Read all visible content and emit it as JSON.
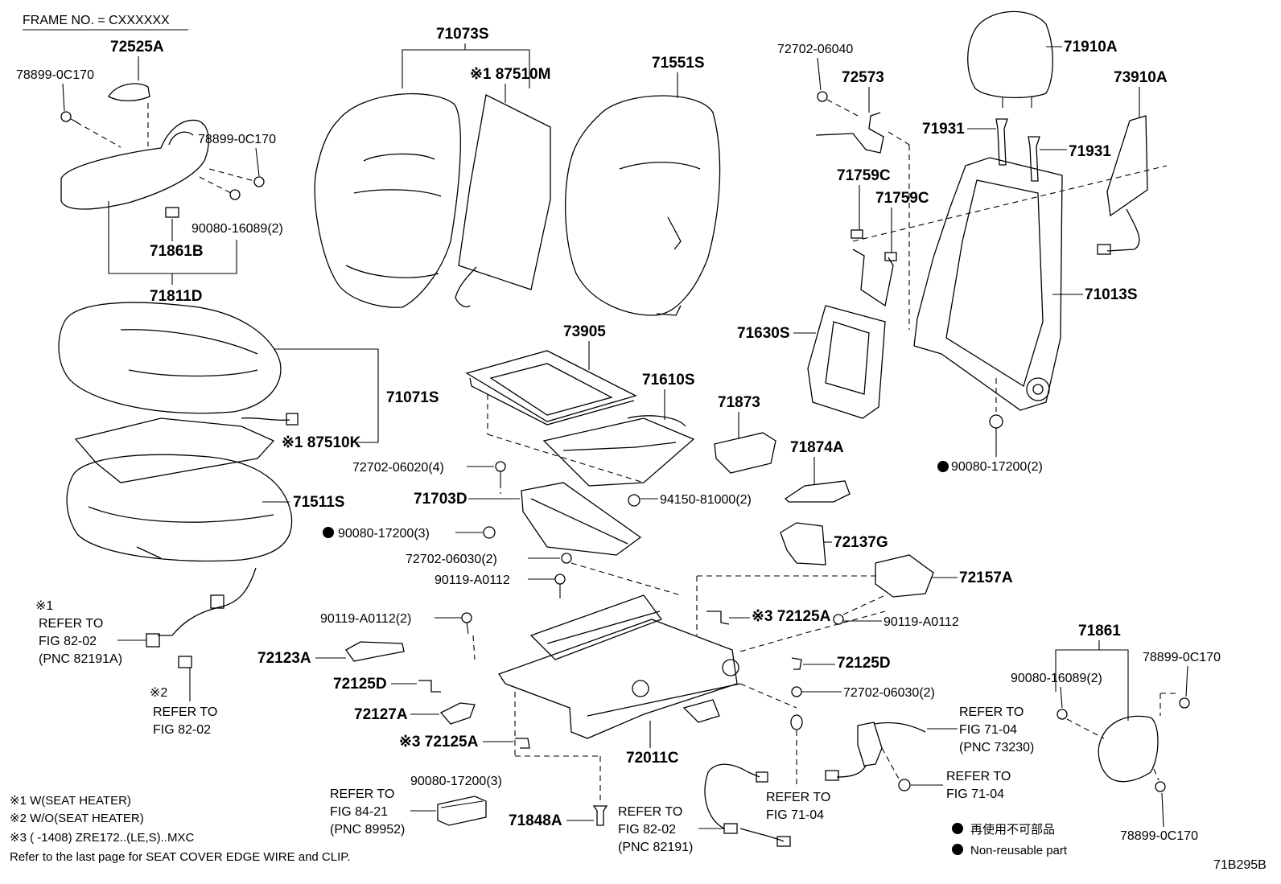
{
  "header": {
    "frame_no": "FRAME NO. = CXXXXXX"
  },
  "parts": {
    "p72525A": "72525A",
    "p78899_0C170_a": "78899-0C170",
    "p78899_0C170_b": "78899-0C170",
    "p90080_16089_2_a": "90080-16089(2)",
    "p71861B": "71861B",
    "p71811D": "71811D",
    "p71073S": "71073S",
    "p87510M": "※1 87510M",
    "p71551S": "71551S",
    "p72702_06040": "72702-06040",
    "p72573": "72573",
    "p71910A": "71910A",
    "p73910A": "73910A",
    "p71931_a": "71931",
    "p71931_b": "71931",
    "p71759C_a": "71759C",
    "p71759C_b": "71759C",
    "p71013S": "71013S",
    "p71630S": "71630S",
    "p90080_17200_2": "90080-17200(2)",
    "p71071S": "71071S",
    "p87510K": "※1 87510K",
    "p71511S": "71511S",
    "p73905": "73905",
    "p71610S": "71610S",
    "p71873": "71873",
    "p71874A": "71874A",
    "p72702_06020_4": "72702-06020(4)",
    "p71703D": "71703D",
    "p94150_81000_2": "94150-81000(2)",
    "p90080_17200_3_a": "90080-17200(3)",
    "p72137G": "72137G",
    "p72702_06030_2_a": "72702-06030(2)",
    "p90119_A0112_a": "90119-A0112",
    "p72157A": "72157A",
    "p72125A_a": "※3 72125A",
    "p90119_A0112_2": "90119-A0112(2)",
    "p90119_A0112_b": "90119-A0112",
    "p72123A": "72123A",
    "p72125D_a": "72125D",
    "p72125D_b": "72125D",
    "p72702_06030_2_b": "72702-06030(2)",
    "p72127A": "72127A",
    "p72125A_b": "※3 72125A",
    "p72011C": "72011C",
    "p71861": "71861",
    "p90080_16089_2_b": "90080-16089(2)",
    "p78899_0C170_c": "78899-0C170",
    "p78899_0C170_d": "78899-0C170",
    "p90080_17200_3_b": "90080-17200(3)",
    "p71848A": "71848A"
  },
  "refs": {
    "r1": [
      "※1",
      "REFER TO",
      "FIG 82-02",
      "(PNC 82191A)"
    ],
    "r2": [
      "※2",
      "REFER TO",
      "FIG 82-02"
    ],
    "r3": [
      "REFER TO",
      "FIG 84-21",
      "(PNC 89952)"
    ],
    "r4": [
      "REFER TO",
      "FIG 82-02",
      "(PNC 82191)"
    ],
    "r5": [
      "REFER TO",
      "FIG 71-04"
    ],
    "r6": [
      "REFER TO",
      "FIG 71-04",
      "(PNC 73230)"
    ],
    "r7": [
      "REFER TO",
      "FIG 71-04"
    ]
  },
  "footnotes": {
    "n1": "※1 W(SEAT HEATER)",
    "n2": "※2 W/O(SEAT HEATER)",
    "n3": "※3 (       -1408) ZRE172..(LE,S)..MXC",
    "n4": "Refer to the last page for SEAT COVER EDGE WIRE and CLIP."
  },
  "legend": {
    "jp": "再使用不可部品",
    "en": "Non-reusable part"
  },
  "diagram_id": "71B295B"
}
